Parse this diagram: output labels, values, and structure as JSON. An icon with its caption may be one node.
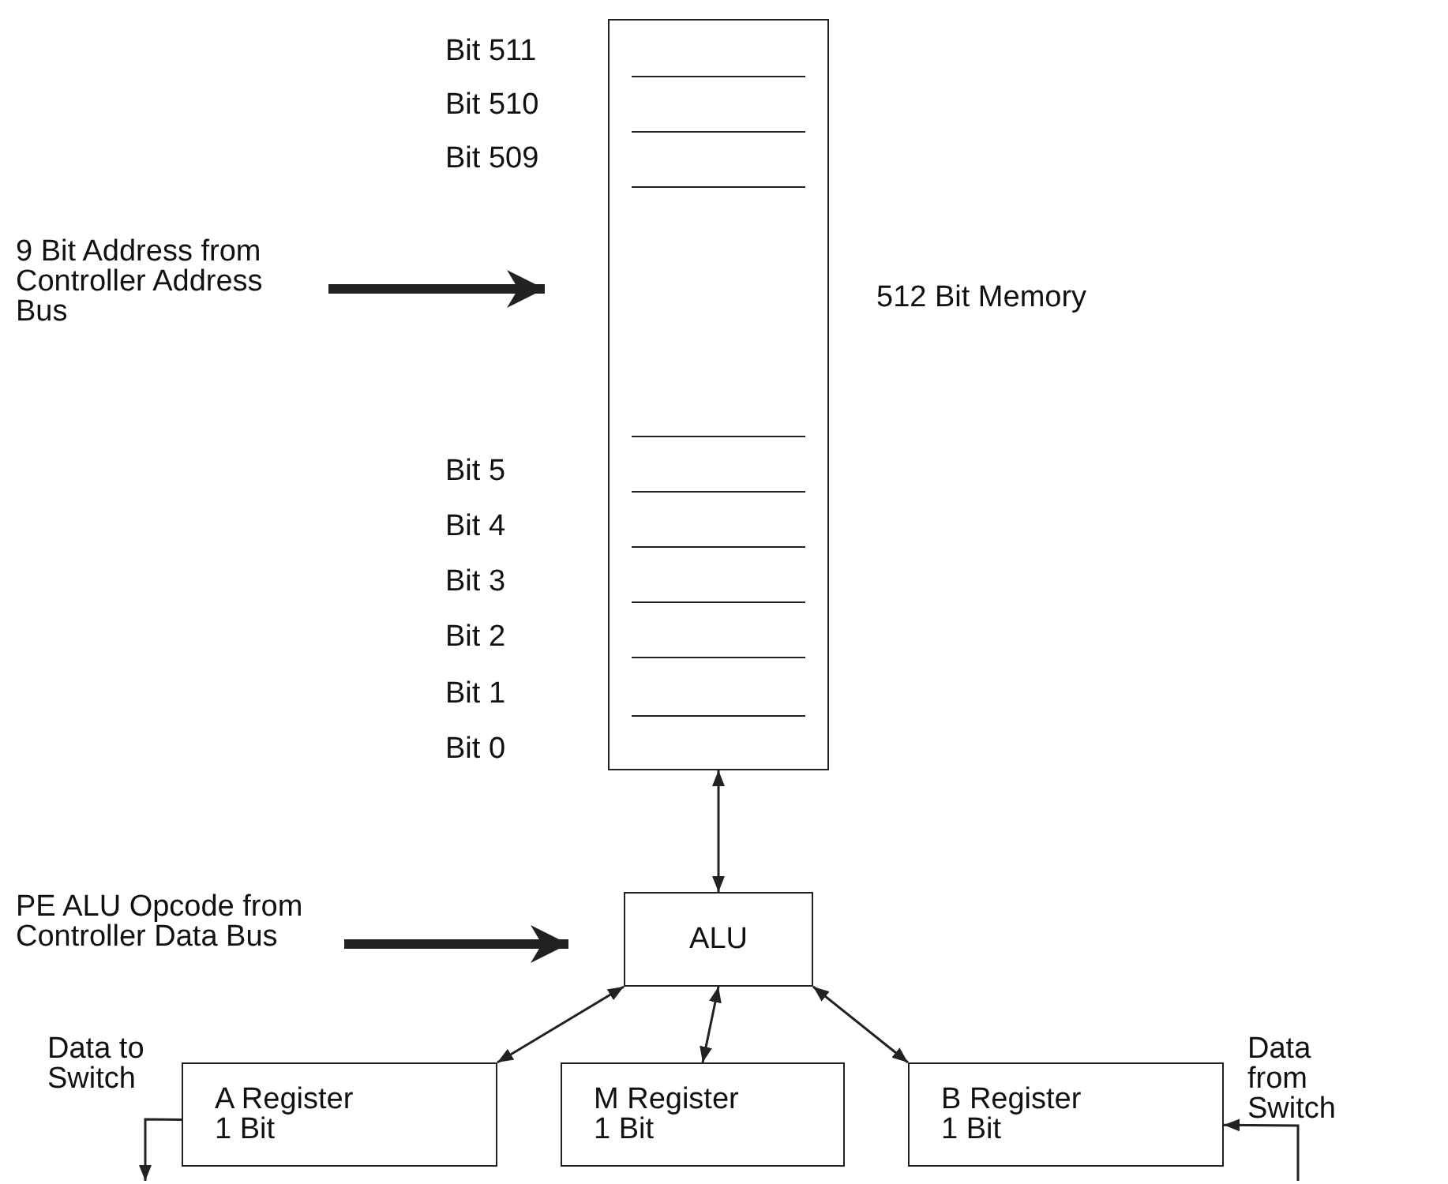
{
  "diagram": {
    "nodes": [
      {
        "text": [],
        "shape": "box",
        "beside": [
          "512 Bit Memory"
        ]
      },
      {
        "text": [
          "9 Bit Address from Controller Address Bus"
        ]
      },
      {
        "text": [
          "PE ALU Opcode from Controller Data Bus"
        ]
      },
      {
        "text": [
          "ALU"
        ]
      },
      {
        "text": [
          "A Register 1 Bit"
        ]
      },
      {
        "text": [
          "M Register 1 Bit"
        ]
      },
      {
        "text": [
          "B Register 1 Bit"
        ]
      }
    ],
    "edges": [
      {
        "from": 1,
        "to": 0,
        "arrow": "to",
        "style": "thick"
      },
      {
        "from": 2,
        "to": 3,
        "arrow": "to",
        "style": "thick"
      },
      {
        "from": 0,
        "to": 3,
        "arrow": "both"
      },
      {
        "from": 3,
        "to": 4,
        "arrow": "both"
      },
      {
        "from": 3,
        "to": 5,
        "arrow": "both"
      },
      {
        "from": 3,
        "to": 6,
        "arrow": "both"
      },
      {
        "from": 4,
        "to": null,
        "arrow": "to",
        "label": "Data to Switch"
      },
      {
        "from": null,
        "to": 6,
        "arrow": "to",
        "label": "Data from Switch"
      }
    ],
    "labels": [
      "Bit 511",
      "Bit 510",
      "Bit 509",
      "Bit 5",
      "Bit 4",
      "Bit 3",
      "Bit 2",
      "Bit 1",
      "Bit 0"
    ]
  }
}
